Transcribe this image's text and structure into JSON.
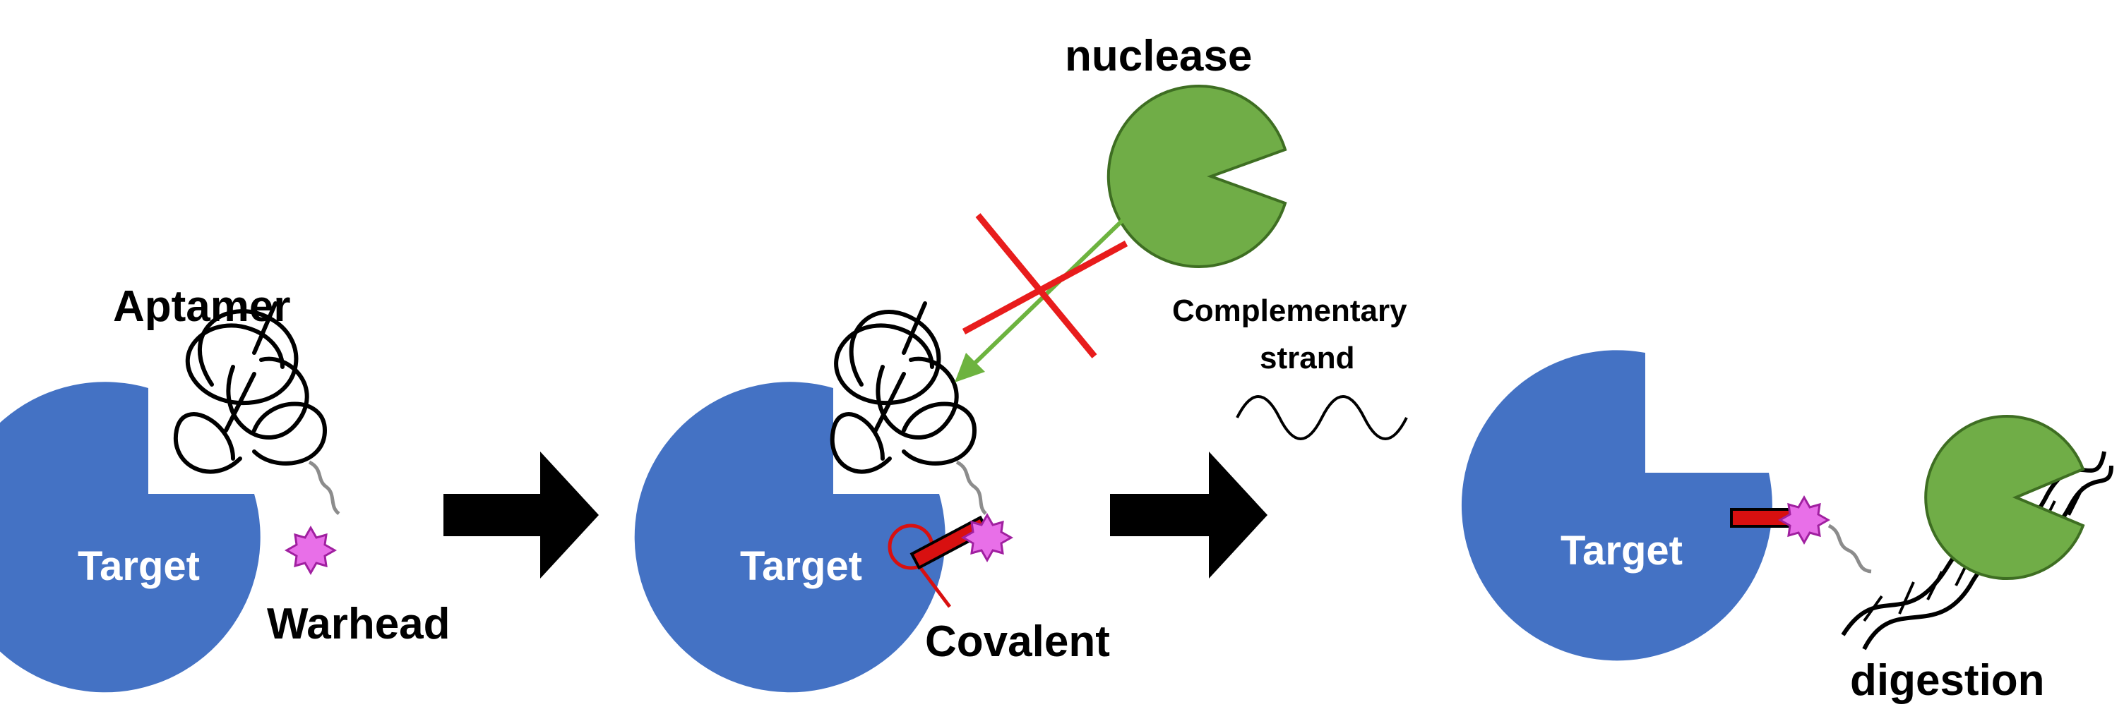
{
  "labels": {
    "aptamer": "Aptamer",
    "warhead": "Warhead",
    "target_1": "Target",
    "target_2": "Target",
    "target_3": "Target",
    "nuclease": "nuclease",
    "covalent": "Covalent",
    "complementary_line1": "Complementary",
    "complementary_line2": "strand",
    "digestion": "digestion"
  },
  "colors": {
    "target_fill": "#4472C4",
    "nuclease_fill": "#70AD47",
    "nuclease_stroke": "#3E6E22",
    "warhead_fill": "#E86FE8",
    "warhead_stroke": "#A020A0",
    "covalent_bond": "#D81010",
    "blocked_cross": "#E81C1C",
    "nuclease_arrow": "#6DB33F",
    "process_arrow": "#000000",
    "linker": "#8C8C8C"
  },
  "icons": {
    "process_arrow_1": "right-arrow-icon",
    "process_arrow_2": "right-arrow-icon",
    "blocked_marker": "cross-icon"
  }
}
